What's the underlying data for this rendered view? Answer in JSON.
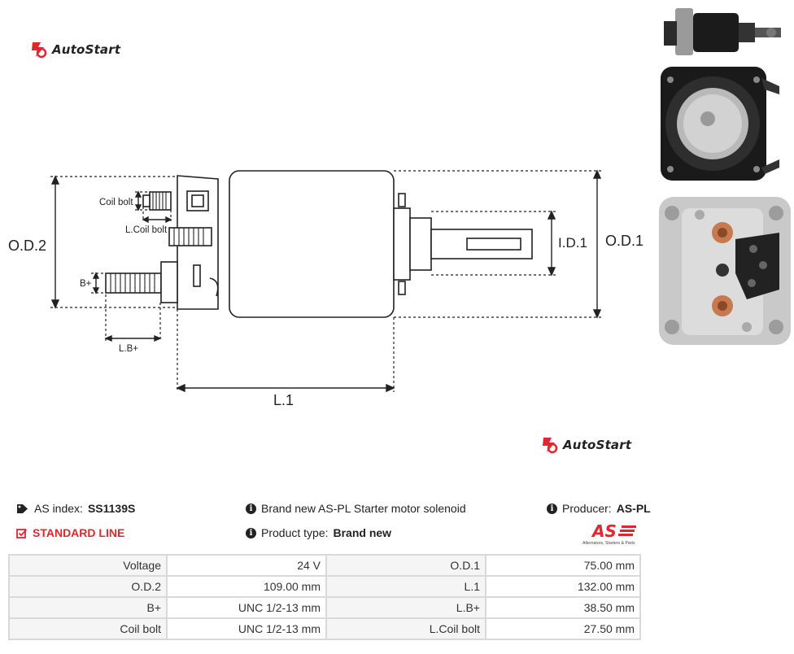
{
  "brand": {
    "name": "AutoStart",
    "accent": "#e0262e"
  },
  "diagram": {
    "labels": {
      "od2": "O.D.2",
      "od1": "O.D.1",
      "id1": "I.D.1",
      "l1": "L.1",
      "coil_bolt": "Coil bolt",
      "l_coil_bolt": "L.Coil bolt",
      "b_plus": "B+",
      "l_b_plus": "L.B+"
    }
  },
  "info": {
    "as_index_label": "AS index:",
    "as_index_value": "SS1139S",
    "line": "STANDARD LINE",
    "description": "Brand new AS-PL Starter motor solenoid",
    "product_type_label": "Product type:",
    "product_type_value": "Brand new",
    "producer_label": "Producer:",
    "producer_value": "AS-PL"
  },
  "producer_logo": {
    "text": "AS",
    "tagline": "Alternators, Starters & Parts"
  },
  "specs": [
    {
      "l1": "Voltage",
      "v1": "24 V",
      "l2": "O.D.1",
      "v2": "75.00 mm"
    },
    {
      "l1": "O.D.2",
      "v1": "109.00 mm",
      "l2": "L.1",
      "v2": "132.00 mm"
    },
    {
      "l1": "B+",
      "v1": "UNC 1/2-13 mm",
      "l2": "L.B+",
      "v2": "38.50 mm"
    },
    {
      "l1": "Coil bolt",
      "v1": "UNC 1/2-13 mm",
      "l2": "L.Coil bolt",
      "v2": "27.50 mm"
    }
  ]
}
